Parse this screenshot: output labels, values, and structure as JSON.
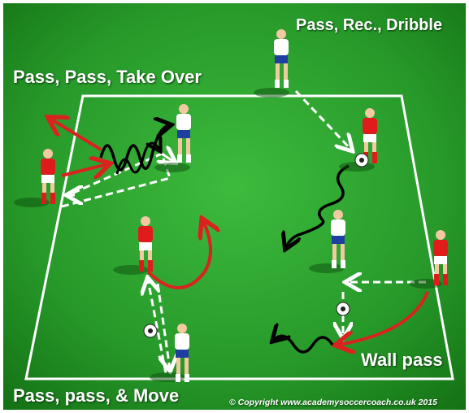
{
  "labels": {
    "pass_pass_take_over": "Pass, Pass, Take Over",
    "pass_rec_dribble": "Pass, Rec., Dribble",
    "wall_pass": "Wall pass",
    "pass_pass_move": "Pass, pass, & Move",
    "copyright": "© Copyright www.academysoccercoach.co.uk 2015"
  },
  "colors": {
    "grass_dark": "#1a7d1a",
    "grass_light": "#35b035",
    "line": "#ffffff",
    "red_team": "#e01b1b",
    "white_team": "#ffffff",
    "white_shorts": "#1f3fa0",
    "red_arrow": "#d8231f",
    "black_arrow": "#000000",
    "pass_arrow": "#ffffff"
  }
}
